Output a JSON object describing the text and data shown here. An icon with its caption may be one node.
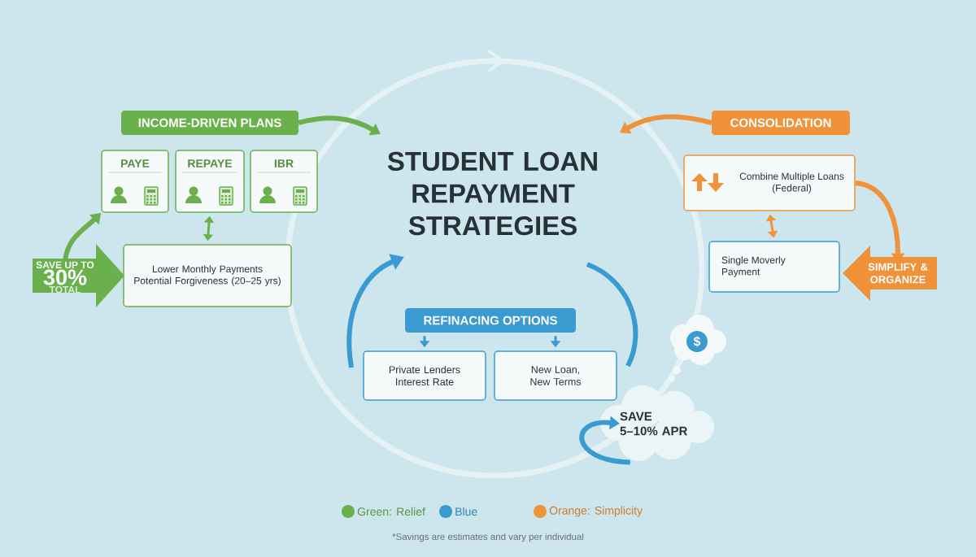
{
  "diagram": {
    "title": "STUDENT LOAN REPAYMENT STRATEGIES",
    "nodes": [
      {
        "text": [
          "INCOME-DRIVEN PLANS"
        ]
      },
      {
        "text": [
          "PAYE"
        ]
      },
      {
        "text": [
          "REPAYE"
        ]
      },
      {
        "text": [
          "IBR"
        ]
      },
      {
        "text": [
          "Lower Monthly Payments Potential Forgiveness (20–25 yrs)"
        ]
      },
      {
        "text": [
          "SAVE UP TO",
          "30%",
          "TOTAL"
        ]
      },
      {
        "text": [
          "CONSOLIDATION"
        ]
      },
      {
        "text": [
          "Combine Multiple Loans (Federal)"
        ]
      },
      {
        "text": [
          "Single Moverly Payment"
        ]
      },
      {
        "text": [
          "SIMPLIFY & ORGANIZE"
        ]
      },
      {
        "text": [
          "REFINACING OPTIONS"
        ]
      },
      {
        "text": [
          "Private Lenders Interest Rate"
        ]
      },
      {
        "text": [
          "New Loan, New Terms"
        ]
      },
      {
        "text": [
          "SAVE 5–10% APR"
        ]
      },
      {
        "text": [
          "$"
        ]
      }
    ],
    "edges": [
      {
        "from": 0,
        "to": null,
        "arrow": "to",
        "color": "#6ab04c"
      },
      {
        "from": 5,
        "to": 1,
        "arrow": "to",
        "color": "#6ab04c"
      },
      {
        "from": 2,
        "to": 4,
        "arrow": "both",
        "color": "#6ab04c"
      },
      {
        "from": 6,
        "to": null,
        "arrow": "to",
        "color": "#f0923a"
      },
      {
        "from": 7,
        "to": 8,
        "arrow": "both",
        "color": "#f0923a"
      },
      {
        "from": 7,
        "to": 9,
        "arrow": "to",
        "color": "#f0923a"
      },
      {
        "from": 10,
        "to": 11,
        "arrow": "to",
        "color": "#3a9bd0"
      },
      {
        "from": 10,
        "to": 12,
        "arrow": "to",
        "color": "#3a9bd0"
      },
      {
        "from": 13,
        "to": 13,
        "arrow": "to",
        "color": "#3a9bd0"
      }
    ],
    "labels": [
      "*Savings are estimates and vary per individual"
    ],
    "legend": [
      {
        "text": "Green: Relief",
        "color": "#6ab04c"
      },
      {
        "text": "Blue",
        "color": "#3a9bd0"
      },
      {
        "text": "Orange: Simplicity",
        "color": "#f0923a"
      }
    ]
  }
}
